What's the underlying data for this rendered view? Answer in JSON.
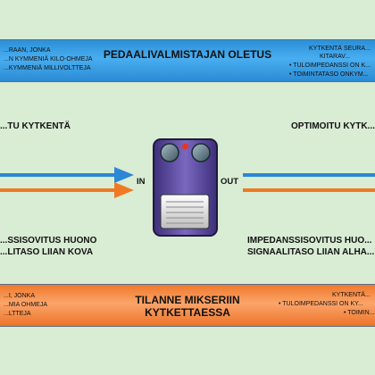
{
  "top_band": {
    "title": "PEDAALIVALMISTAJAN OLETUS",
    "left_lines": [
      "...RAAN, JONKA",
      "...N KYMMENIÄ KILO-OHMEJA",
      "...KYMMENIÄ MILLIVOLTTEJA"
    ],
    "right_lines": [
      "KYTKENTÄ SEURA...",
      "KITARAV...",
      "• TULOIMPEDANSSI ON K...",
      "• TOIMINTATASO ONKYM..."
    ]
  },
  "left": {
    "title": "...TU KYTKENTÄ",
    "desc_lines": [
      "...SSISOVITUS HUONO",
      "...LITASO LIIAN KOVA"
    ]
  },
  "right": {
    "title": "OPTIMOITU KYTK...",
    "desc_lines": [
      "IMPEDANSSISOVITUS HUO...",
      "SIGNAALITASO LIIAN ALHA..."
    ]
  },
  "pedal": {
    "in_label": "IN",
    "out_label": "OUT"
  },
  "bottom_band": {
    "title": "TILANNE MIKSERIIN KYTKETTAESSA",
    "left_lines": [
      "...I, JONKA",
      "...MIA OHMEJA",
      "...LTTEJA"
    ],
    "right_lines": [
      "KYTKENTÄ...",
      "• TULOIMPEDANSSI ON KY...",
      "• TOIMIN..."
    ]
  },
  "colors": {
    "background": "#d9ecd4",
    "blue_signal": "#2e86d6",
    "orange_signal": "#f07a24",
    "pedal_body": "#5b4a9c",
    "led": "#e3362b"
  }
}
